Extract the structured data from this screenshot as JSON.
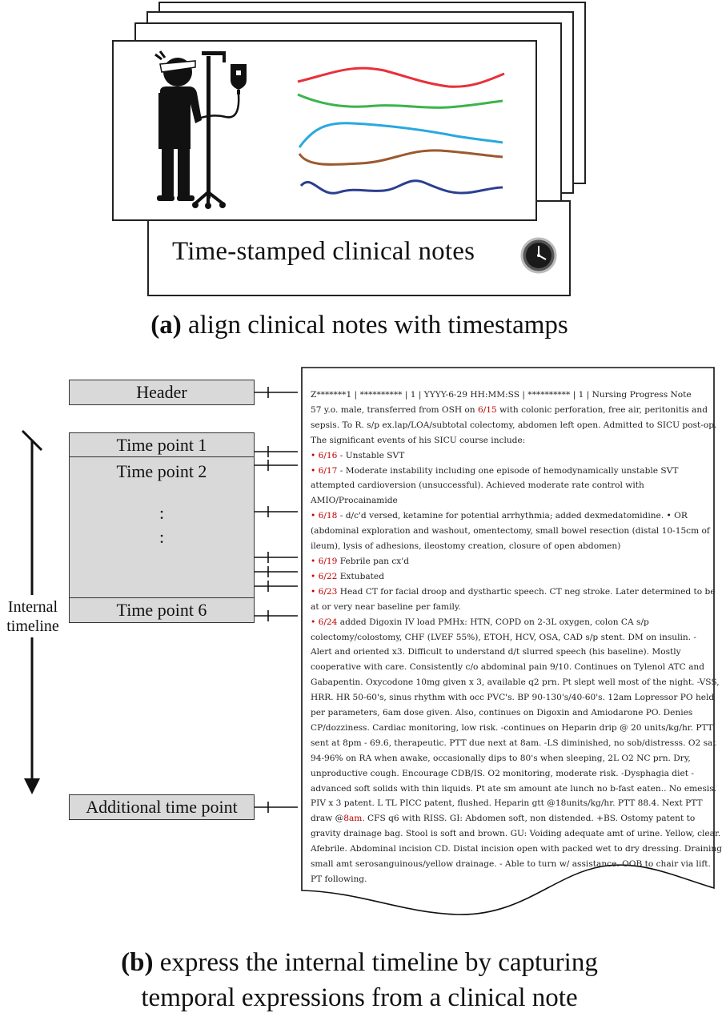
{
  "panel_a": {
    "card_title": "Time-stamped clinical notes",
    "caption_label": "(a)",
    "caption_text": " align clinical notes with timestamps",
    "wave_colors": [
      "#e8303a",
      "#3cb44b",
      "#29a8e0",
      "#9b5a2e",
      "#2b3f8f"
    ]
  },
  "panel_b": {
    "boxes": {
      "header": "Header",
      "tp1": "Time point 1",
      "tp2": "Time point 2",
      "tp6": "Time point 6",
      "additional": "Additional time point"
    },
    "dots": ":",
    "timeline_label_1": "Internal",
    "timeline_label_2": "timeline",
    "caption_label": "(b)",
    "caption_text_1": " express the internal timeline by capturing",
    "caption_text_2": "temporal expressions from a clinical note"
  },
  "note": {
    "l1": "Z*******1 | ********** | 1 | YYYY-6-29 HH:MM:SS | ********** | 1 | Nursing Progress Note",
    "l2a": "57 y.o. male, transferred from OSH on ",
    "l2d": "6/15",
    "l2b": " with colonic perforation, free air, peritonitis and",
    "l3": "sepsis. To R. s/p ex.lap/LOA/subtotal colectomy, abdomen left open. Admitted to SICU post-op.",
    "l4": "The significant events of his SICU course include:",
    "l5d": "6/16",
    "l5": " - Unstable SVT",
    "l6d": "6/17",
    "l6": " - Moderate instability including one episode of hemodynamically unstable SVT",
    "l7": "attempted cardioversion (unsuccessful). Achieved moderate rate control with",
    "l8": "AMIO/Procainamide",
    "l9d": "6/18",
    "l9": " - d/c'd versed, ketamine for potential arrhythmia; added dexmedatomidine.   •  OR",
    "l10": "(abdominal exploration and washout, omentectomy, small bowel resection (distal 10-15cm of",
    "l11": "ileum), lysis of adhesions, ileostomy creation, closure of open abdomen)",
    "l12d": "6/19",
    "l12": " Febrile pan cx'd",
    "l13d": "6/22",
    "l13": " Extubated",
    "l14d": "6/23",
    "l14": " Head CT for facial droop and dysthartic speech. CT neg stroke. Later determined to be",
    "l15": "at or very near baseline per family.",
    "l16d": "6/24",
    "l16": " added Digoxin IV load  PMHx: HTN, COPD on 2-3L oxygen, colon CA s/p",
    "l17": "colectomy/colostomy, CHF (LVEF 55%), ETOH, HCV, OSA, CAD s/p stent. DM on insulin.     -",
    "l18": "Alert and oriented x3. Difficult to understand d/t slurred speech (his baseline). Mostly",
    "l19": "cooperative with care.   Consistently c/o abdominal pain 9/10. Continues on Tylenol ATC and",
    "l20": "Gabapentin. Oxycodone 10mg given x 3, available q2 prn. Pt slept well most of the night. -VSS,",
    "l21": "HRR. HR 50-60's, sinus rhythm with occ PVC's. BP 90-130's/40-60's. 12am Lopressor PO held",
    "l22": "per parameters, 6am dose given. Also, continues on Digoxin and Amiodarone PO. Denies",
    "l23": "CP/dozziness. Cardiac monitoring, low risk.  -continues on Heparin drip @ 20 units/kg/hr. PTT",
    "l24": "sent at 8pm - 69.6, therapeutic. PTT due next at 8am.  -LS diminished, no sob/distresss. O2 sat",
    "l25": "94-96% on RA when awake, occasionally dips to 80's when sleeping, 2L O2 NC prn. Dry,",
    "l26": "unproductive cough. Encourage CDB/IS. O2 monitoring, moderate risk.  -Dysphagia diet -",
    "l27": "advanced soft solids with thin liquids. Pt ate sm amount ate lunch no b-fast eaten.. No emesis.",
    "l28": "PIV x 3 patent. L TL PICC patent, flushed. Heparin gtt @18units/kg/hr. PTT 88.4. Next PTT",
    "l29a": "draw @",
    "l29d": "8am",
    "l29b": ".   CFS q6 with RISS.   GI: Abdomen soft, non distended. +BS. Ostomy patent to",
    "l30": "gravity drainage bag. Stool is soft and brown.  GU: Voiding adequate amt of urine. Yellow, clear.",
    "l31": "Afebrile. Abdominal incision CD. Distal incision open with packed wet to dry dressing. Draining",
    "l32": "small amt serosanguinous/yellow drainage.  - Able to turn w/ assistance. OOB to chair via lift.",
    "l33": "PT following.",
    "bullet": "•"
  }
}
